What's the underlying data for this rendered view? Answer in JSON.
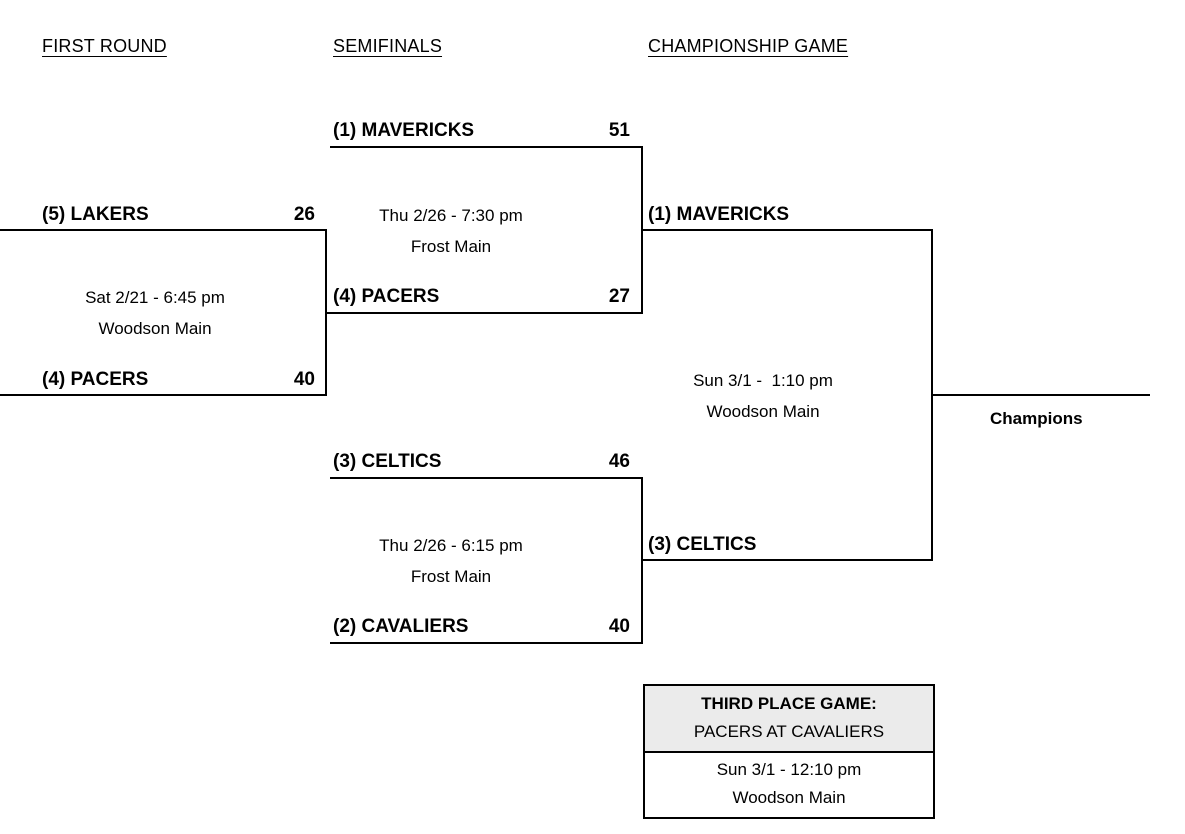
{
  "headers": {
    "first_round": "FIRST ROUND",
    "semifinals": "SEMIFINALS",
    "championship": "CHAMPIONSHIP GAME"
  },
  "first_round": {
    "game1": {
      "team1": "(5) LAKERS",
      "score1": "26",
      "team2": "(4) PACERS",
      "score2": "40",
      "datetime": "Sat 2/21 - 6:45 pm",
      "venue": "Woodson Main"
    }
  },
  "semifinals": {
    "game1": {
      "team1": "(1) MAVERICKS",
      "score1": "51",
      "team2": "(4) PACERS",
      "score2": "27",
      "datetime": "Thu 2/26 - 7:30 pm",
      "venue": "Frost Main"
    },
    "game2": {
      "team1": "(3) CELTICS",
      "score1": "46",
      "team2": "(2) CAVALIERS",
      "score2": "40",
      "datetime": "Thu 2/26 - 6:15 pm",
      "venue": "Frost Main"
    }
  },
  "championship": {
    "team1": "(1) MAVERICKS",
    "team2": "(3) CELTICS",
    "datetime": "Sun 3/1 -  1:10 pm",
    "venue": "Woodson Main",
    "winner_label": "Champions"
  },
  "third_place": {
    "title": "THIRD PLACE GAME:",
    "matchup": "PACERS AT CAVALIERS",
    "datetime": "Sun 3/1 - 12:10 pm",
    "venue": "Woodson Main"
  }
}
